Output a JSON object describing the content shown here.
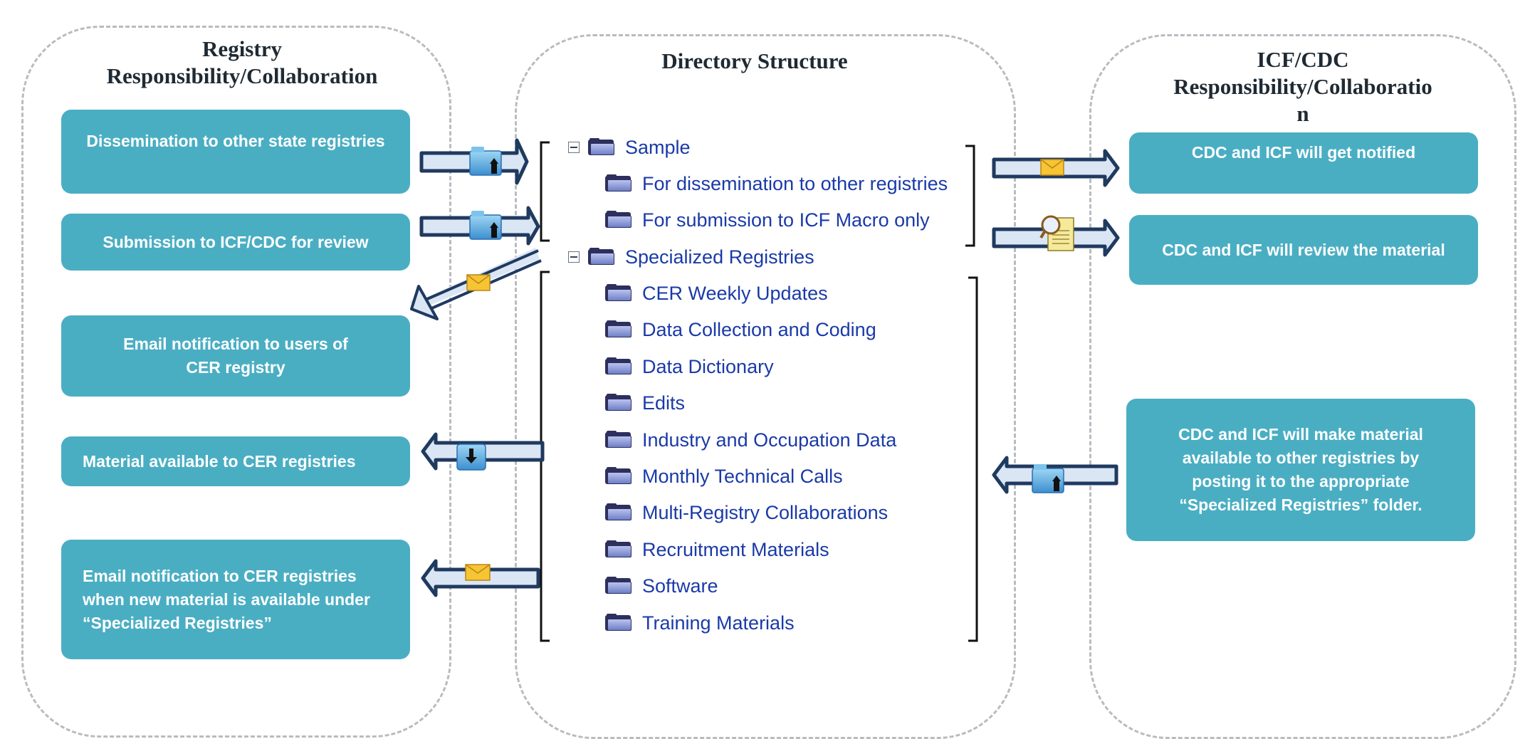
{
  "left_panel": {
    "title_line1": "Registry",
    "title_line2": "Responsibility/Collaboration",
    "boxes": [
      "Dissemination to other state registries",
      "Submission to ICF/CDC for review",
      "Email notification to users of CER registry",
      "Material available to CER registries",
      "Email notification to CER registries when new material is available under “Specialized Registries”"
    ]
  },
  "center_panel": {
    "title": "Directory Structure",
    "tree": {
      "root1": "Sample",
      "root1_children": [
        "For dissemination to other registries",
        "For submission to ICF Macro only"
      ],
      "root2": "Specialized Registries",
      "root2_children": [
        "CER Weekly Updates",
        "Data Collection and Coding",
        "Data Dictionary",
        "Edits",
        "Industry and Occupation Data",
        "Monthly Technical Calls",
        "Multi-Registry Collaborations",
        "Recruitment Materials",
        "Software",
        "Training Materials"
      ]
    }
  },
  "right_panel": {
    "title_line1": "ICF/CDC",
    "title_line2": "Responsibility/Collaboratio",
    "title_line3": "n",
    "boxes": [
      "CDC and ICF will get notified",
      "CDC and ICF will review the material",
      "CDC and ICF will make material available to other registries by posting it to the appropriate “Specialized Registries” folder."
    ]
  },
  "colors": {
    "box_fill": "#4aaec3",
    "tree_text": "#1a3aa8",
    "arrow_outline": "#1f3a5f",
    "arrow_fill": "#dbe6f5",
    "panel_border": "#b8bcc0"
  },
  "icons": [
    "upload-folder-icon",
    "envelope-icon",
    "review-document-icon",
    "download-folder-icon",
    "folder-icon",
    "collapse-icon"
  ]
}
